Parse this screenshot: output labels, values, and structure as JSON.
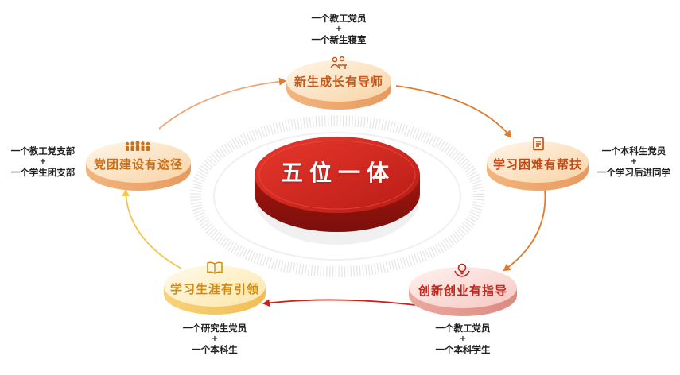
{
  "center": {
    "title": "五位一体"
  },
  "nodes": [
    {
      "label": "新生成长有导师",
      "icon": "mentor-icon",
      "color": "#c2581b",
      "annotation": [
        "一个教工党员",
        "+",
        "一个新生寝室"
      ]
    },
    {
      "label": "学习困难有帮扶",
      "icon": "book-icon",
      "color": "#c34a15",
      "annotation": [
        "一个本科生党员",
        "+",
        "一个学习后进同学"
      ]
    },
    {
      "label": "创新创业有指导",
      "icon": "lightbulb-icon",
      "color": "#c0281e",
      "annotation": [
        "一个教工党员",
        "+",
        "一个本科学生"
      ]
    },
    {
      "label": "学习生涯有引领",
      "icon": "open-book-icon",
      "color": "#d08a12",
      "annotation": [
        "一个研究生党员",
        "+",
        "一个本科生"
      ]
    },
    {
      "label": "党团建设有途径",
      "icon": "group-icon",
      "color": "#c8701a",
      "annotation": [
        "一个教工党支部",
        "+",
        "一个学生团支部"
      ]
    }
  ],
  "colors": {
    "center_red": "#c8261d",
    "center_dark": "#8e1411",
    "disc_top_light": "#fff7ea",
    "disc_peach": "#f7c08f",
    "disc_pink": "#f5c5c0",
    "disc_yellow": "#fde3a3",
    "arrow_orange": "#e07a2c",
    "arrow_red": "#c8261d",
    "arrow_yellow": "#f2c64a"
  }
}
